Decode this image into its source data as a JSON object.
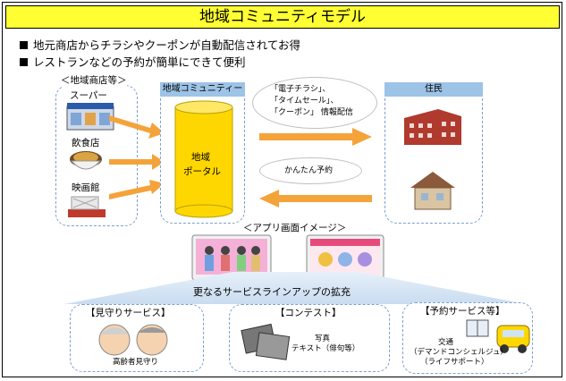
{
  "title": "地域コミュニティモデル",
  "bullets": [
    "地元商店からチラシやクーポンが自動配信されてお得",
    "レストランなどの予約が簡単にできて便利"
  ],
  "shops": {
    "header": "＜地域商店等＞",
    "items": [
      "スーパー",
      "飲食店",
      "映画館"
    ]
  },
  "community": {
    "tag": "地域コミュニティー",
    "portal_line1": "地域",
    "portal_line2": "ポータル"
  },
  "residents": {
    "tag": "住民"
  },
  "flow_out": {
    "line1": "「電子チラシ」、",
    "line2": "「タイムセール」、",
    "line3": "「クーポン」 情報配信"
  },
  "flow_in": {
    "label": "かんたん予約"
  },
  "app": {
    "caption": "＜アプリ画面イメージ＞"
  },
  "lineup": {
    "label": "更なるサービスラインアップの拡充"
  },
  "services": [
    {
      "title": "【見守りサービス】",
      "desc": [
        "高齢者見守り"
      ]
    },
    {
      "title": "【コンテスト】",
      "desc": [
        "写真",
        "テキスト（俳句等）"
      ]
    },
    {
      "title": "【予約サービス等】",
      "desc": [
        "交通",
        "（デマンドコンシェルジュ）",
        "（ライフサポート）"
      ]
    }
  ],
  "colors": {
    "title_bg": "#ffff33",
    "arrow": "#f4a33a",
    "portal": "#ffd700",
    "tag": "#9dc3e6"
  }
}
